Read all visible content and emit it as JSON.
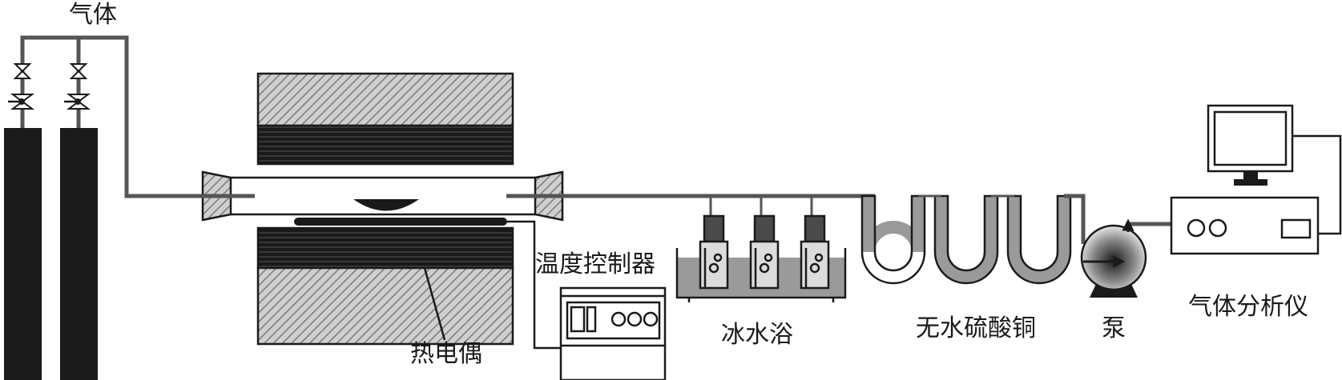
{
  "labels": {
    "gas": "气体",
    "temp_controller": "温度控制器",
    "thermocouple": "热电偶",
    "ice_bath": "冰水浴",
    "cuso4": "无水硫酸铜",
    "pump": "泵",
    "analyzer": "气体分析仪"
  },
  "colors": {
    "cylinder": "#1a1a1a",
    "pipe": "#555555",
    "furnace_hatch": "#7a7a7a",
    "water": "#9a9a9a",
    "stroke": "#1a1a1a"
  }
}
